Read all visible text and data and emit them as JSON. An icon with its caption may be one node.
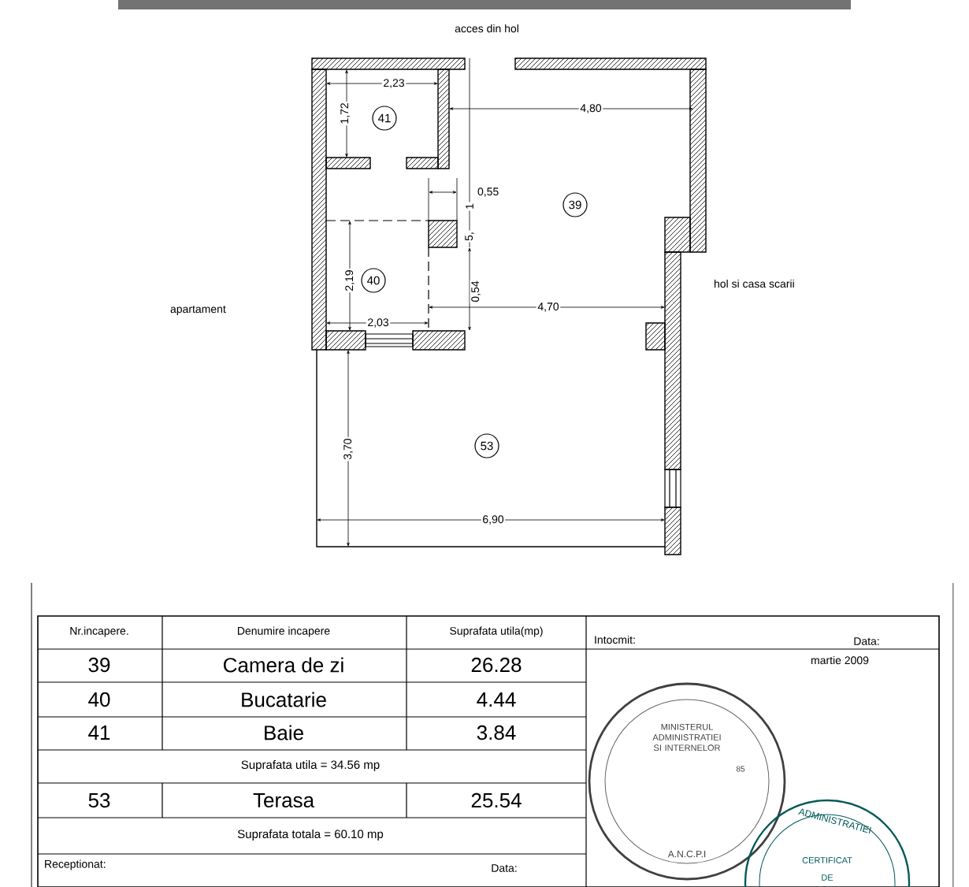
{
  "diagram": {
    "nodes": [
      {
        "text": [
          "41"
        ]
      },
      {
        "text": [
          "39"
        ]
      },
      {
        "text": [
          "40"
        ]
      },
      {
        "text": [
          "53"
        ]
      }
    ],
    "labels": [
      "acces din hol",
      "2,23",
      "1,72",
      "4,80",
      "0,55",
      "1",
      "5,",
      "hol si casa scarii",
      "2,19",
      "0,54",
      "apartament",
      "4,70",
      "2,03",
      "3,70",
      "6,90",
      "Nr.incapere.",
      "Denumire incapere",
      "Suprafata utila(mp)",
      "Intocmit:",
      "Data:",
      "39",
      "Camera de zi",
      "26.28",
      "martie 2009",
      "40",
      "Bucatarie",
      "4.44",
      "41",
      "Baie",
      "3.84",
      "Suprafata utila = 34.56 mp",
      "53",
      "Terasa",
      "25.54",
      "Suprafata totala = 60.10 mp",
      "Receptionat:",
      "Data:",
      "MINISTERUL ADMINISTRATIEI SI INTERNELOR",
      "85",
      "A.N.C.P.I",
      "ADMINISTRATIEI",
      "CERTIFICAT",
      "DE"
    ]
  }
}
